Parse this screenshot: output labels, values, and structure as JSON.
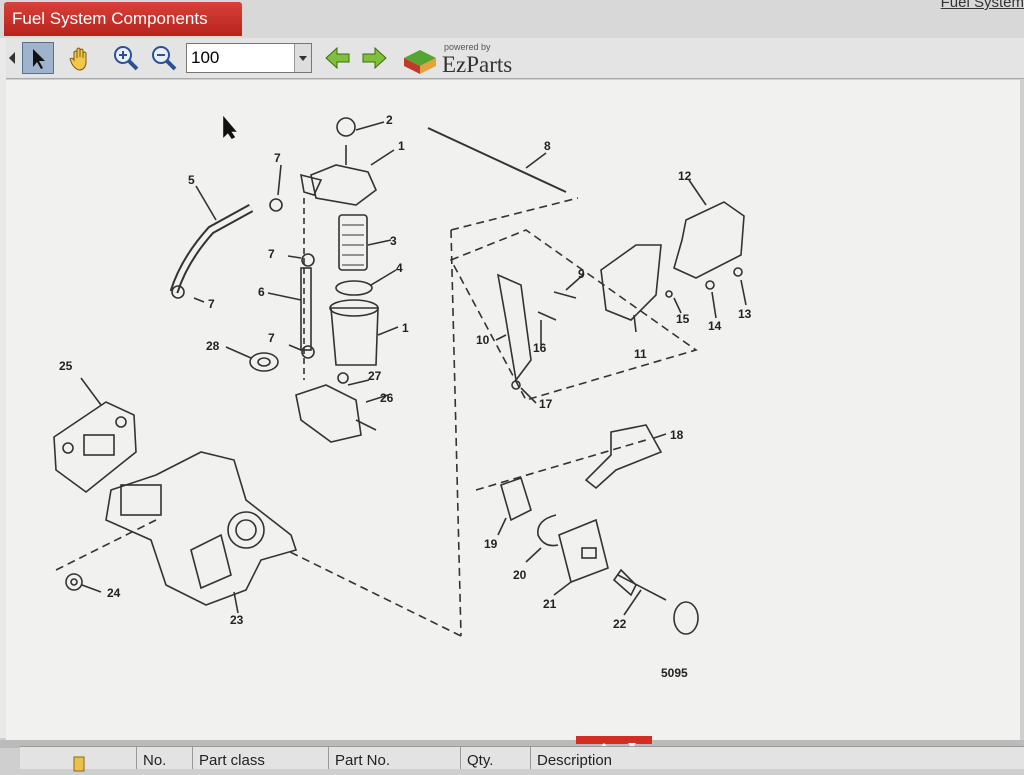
{
  "tab": {
    "title": "Fuel System Components"
  },
  "toplinks": {
    "link2": "Fuel System"
  },
  "toolbar": {
    "zoom_value": "100",
    "brand_small": "powered by",
    "brand_name": "EzParts"
  },
  "diagram": {
    "figure_number": "5095",
    "callouts": [
      "1",
      "2",
      "1",
      "3",
      "4",
      "5",
      "6",
      "7",
      "7",
      "7",
      "7",
      "8",
      "9",
      "10",
      "11",
      "12",
      "13",
      "14",
      "15",
      "16",
      "17",
      "18",
      "19",
      "20",
      "21",
      "22",
      "23",
      "24",
      "25",
      "26",
      "27",
      "28"
    ]
  },
  "table": {
    "columns": [
      "No.",
      "Part class",
      "Part No.",
      "Qty.",
      "Description"
    ]
  },
  "colors": {
    "accent": "#d32d24",
    "line": "#333333"
  }
}
